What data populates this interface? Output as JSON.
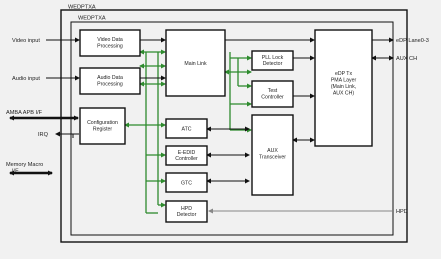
{
  "frames": {
    "outer_label": "WEDPTXA",
    "inner_label": "WEDPTXA"
  },
  "ports": {
    "video_input": "Video input",
    "audio_input": "Audio input",
    "amba_apb_if": "AMBA APB I/F",
    "irq": "IRQ",
    "memory_macro": [
      "Memory Macro",
      "I/F"
    ],
    "edp_lanes": "eDP Lane0-3",
    "aux_ch": "AUX CH",
    "hpd": "HPD"
  },
  "blocks": {
    "video_data_processing": [
      "Video Data",
      "Processing"
    ],
    "audio_data_processing": [
      "Audio Data",
      "Processing"
    ],
    "configuration_register": [
      "Configuration",
      "Register"
    ],
    "main_link": [
      "Main Link"
    ],
    "pll_lock_detector": [
      "PLL Lock",
      "Detector"
    ],
    "test_controller": [
      "Test",
      "Controller"
    ],
    "atc": [
      "ATC"
    ],
    "e_edid_controller": [
      "E-EDID",
      "Controller"
    ],
    "gtc": [
      "GTC"
    ],
    "hpd_detector": [
      "HPD",
      "Detector"
    ],
    "aux_transceiver": [
      "AUX",
      "Transceiver"
    ],
    "edp_tx_phy": [
      "eDP Tx",
      "PMA Layer",
      "(Main Link,",
      "AUX CH)"
    ]
  },
  "colors": {
    "background": "#f1f1f1",
    "block_fill": "#ffffff",
    "line": "#111111",
    "bus": "#2e8b2e",
    "gray_line": "#888888"
  }
}
